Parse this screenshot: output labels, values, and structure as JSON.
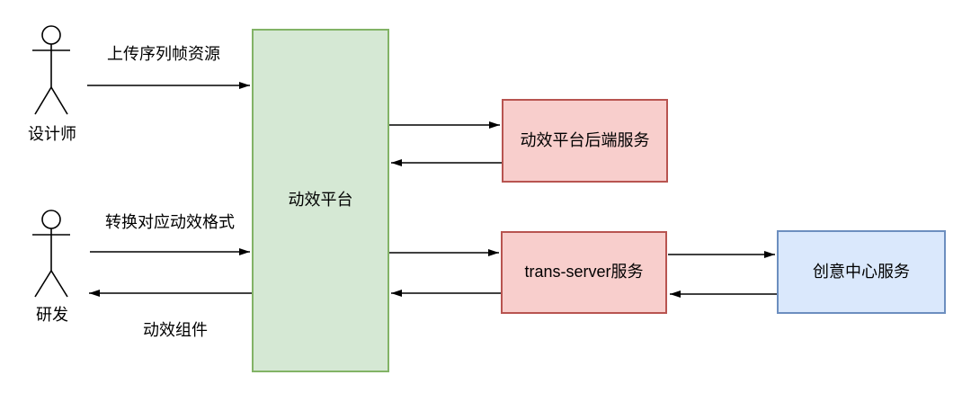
{
  "diagram": {
    "actors": {
      "designer": {
        "label": "设计师"
      },
      "developer": {
        "label": "研发"
      }
    },
    "nodes": {
      "platform": {
        "label": "动效平台",
        "fill": "#d5e8d4",
        "stroke": "#82b366"
      },
      "backend": {
        "label": "动效平台后端服务",
        "fill": "#f8cecc",
        "stroke": "#b85450"
      },
      "trans_server": {
        "label": "trans-server服务",
        "fill": "#f8cecc",
        "stroke": "#b85450"
      },
      "creative_center": {
        "label": "创意中心服务",
        "fill": "#dae8fc",
        "stroke": "#6c8ebf"
      }
    },
    "edge_labels": {
      "upload": "上传序列帧资源",
      "convert": "转换对应动效格式",
      "component": "动效组件"
    },
    "colors": {
      "line": "#000000",
      "background": "#ffffff"
    }
  }
}
